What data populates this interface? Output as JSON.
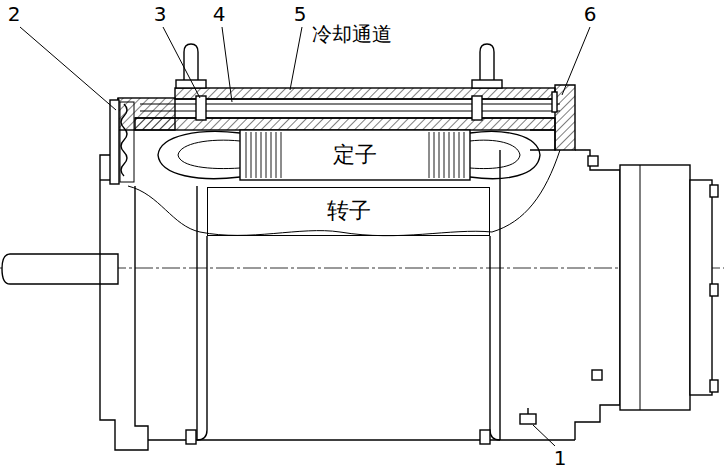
{
  "diagram": {
    "nodes": [
      {
        "text": [
          "定子"
        ]
      },
      {
        "text": [
          "转子"
        ]
      }
    ],
    "labels": [
      "冷却通道",
      "2",
      "3",
      "4",
      "5",
      "6",
      "1"
    ]
  }
}
